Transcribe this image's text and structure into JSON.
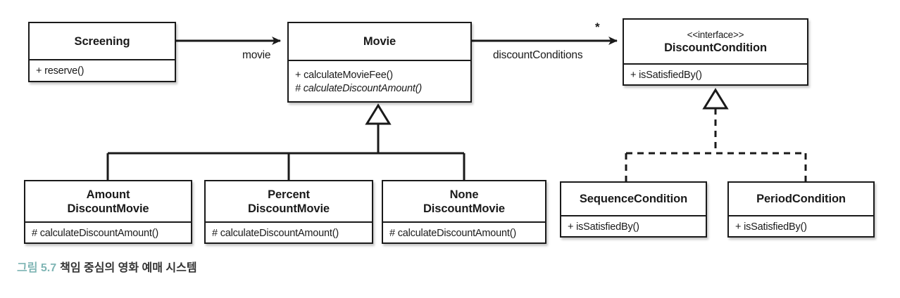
{
  "diagram": {
    "type": "uml-class-diagram",
    "classes": [
      {
        "id": "screening",
        "stereotype": "",
        "name": "Screening",
        "operations": [
          {
            "text": "+ reserve()",
            "abstract": false
          }
        ]
      },
      {
        "id": "movie",
        "stereotype": "",
        "name": "Movie",
        "operations": [
          {
            "text": "+ calculateMovieFee()",
            "abstract": false
          },
          {
            "text": "# calculateDiscountAmount()",
            "abstract": true
          }
        ]
      },
      {
        "id": "discount-condition",
        "stereotype": "<<interface>>",
        "name": "DiscountCondition",
        "operations": [
          {
            "text": "+ isSatisfiedBy()",
            "abstract": false
          }
        ]
      },
      {
        "id": "amount-discount-movie",
        "stereotype": "",
        "name": "Amount\nDiscountMovie",
        "operations": [
          {
            "text": "# calculateDiscountAmount()",
            "abstract": false
          }
        ]
      },
      {
        "id": "percent-discount-movie",
        "stereotype": "",
        "name": "Percent\nDiscountMovie",
        "operations": [
          {
            "text": "# calculateDiscountAmount()",
            "abstract": false
          }
        ]
      },
      {
        "id": "none-discount-movie",
        "stereotype": "",
        "name": "None\nDiscountMovie",
        "operations": [
          {
            "text": "# calculateDiscountAmount()",
            "abstract": false
          }
        ]
      },
      {
        "id": "sequence-condition",
        "stereotype": "",
        "name": "SequenceCondition",
        "operations": [
          {
            "text": "+ isSatisfiedBy()",
            "abstract": false
          }
        ]
      },
      {
        "id": "period-condition",
        "stereotype": "",
        "name": "PeriodCondition",
        "operations": [
          {
            "text": "+ isSatisfiedBy()",
            "abstract": false
          }
        ]
      }
    ],
    "associations": [
      {
        "id": "screening-movie",
        "from": "screening",
        "to": "movie",
        "kind": "directed-association",
        "role_label": "movie",
        "multiplicity": ""
      },
      {
        "id": "movie-discount-condition",
        "from": "movie",
        "to": "discount-condition",
        "kind": "directed-association",
        "role_label": "discountConditions",
        "multiplicity": "*"
      }
    ],
    "generalizations": [
      {
        "from": "amount-discount-movie",
        "to": "movie",
        "kind": "generalization"
      },
      {
        "from": "percent-discount-movie",
        "to": "movie",
        "kind": "generalization"
      },
      {
        "from": "none-discount-movie",
        "to": "movie",
        "kind": "generalization"
      },
      {
        "from": "sequence-condition",
        "to": "discount-condition",
        "kind": "realization"
      },
      {
        "from": "period-condition",
        "to": "discount-condition",
        "kind": "realization"
      }
    ],
    "colors": {
      "line": "#1a1a1a",
      "box_fill": "#ffffff",
      "caption_accent": "#7fb5b4",
      "caption_text": "#333333"
    }
  },
  "caption": {
    "number": "그림 5.7",
    "text": "책임 중심의 영화 예매 시스템"
  }
}
